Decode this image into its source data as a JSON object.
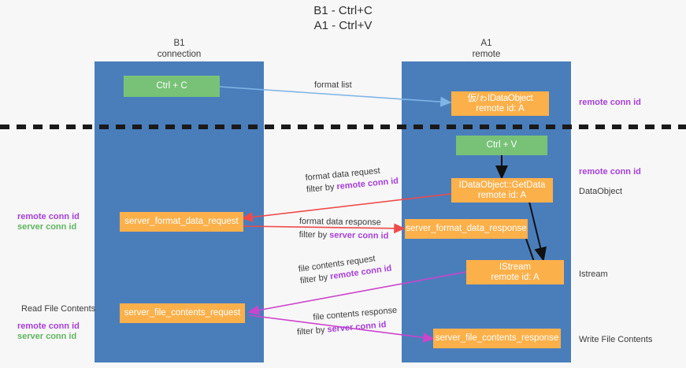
{
  "title": {
    "line1": "B1 - Ctrl+C",
    "line2": "A1 - Ctrl+V"
  },
  "columns": [
    {
      "id": "b1",
      "name": "B1",
      "role": "connection",
      "color": "#4a7ebb"
    },
    {
      "id": "a1",
      "name": "A1",
      "role": "remote",
      "color": "#4a7ebb"
    }
  ],
  "divider": {
    "style": "dashed",
    "color": "#1a1a1a"
  },
  "nodes": {
    "ctrl_c": {
      "label": "Ctrl + C",
      "color": "#77c277"
    },
    "ctrl_v": {
      "label": "Ctrl + V",
      "color": "#77c277"
    },
    "idataobject": {
      "label": "仮/ゎIDataObject",
      "sub": "remote id: A",
      "color": "#fcb04a"
    },
    "getdata": {
      "label": "IDataObject::GetData",
      "sub": "remote id: A",
      "color": "#fcb04a"
    },
    "server_format_data_request": {
      "label": "server_format_data_request",
      "color": "#fcb04a"
    },
    "server_format_data_response": {
      "label": "server_format_data_response",
      "color": "#fcb04a"
    },
    "istream": {
      "label": "IStream",
      "sub": "remote id: A",
      "color": "#fcb04a"
    },
    "server_file_contents_request": {
      "label": "server_file_contents_request",
      "color": "#fcb04a"
    },
    "server_file_contents_response": {
      "label": "server_file_contents_response",
      "color": "#fcb04a"
    }
  },
  "edge_labels": {
    "format_list": "format list",
    "format_data_request": "format data request",
    "format_data_response": "format data response",
    "file_contents_request": "file contents request",
    "file_contents_response": "file contents response",
    "filter_by": "filter by ",
    "remote_conn_id": "remote conn id",
    "server_conn_id": "server conn id"
  },
  "side_labels": {
    "right_remote_conn_id_top": "remote conn id",
    "right_remote_conn_id_mid": "remote conn id",
    "dataobject": "DataObject",
    "istream": "Istream",
    "write_file_contents": "Write File Contents",
    "left_remote_conn_id": "remote conn id",
    "left_server_conn_id": "server conn id",
    "read_file_contents": "Read File Contents",
    "left_remote_conn_id_2": "remote conn id",
    "left_server_conn_id_2": "server conn id"
  },
  "colors": {
    "column": "#4a7ebb",
    "green_node": "#77c277",
    "orange_node": "#fcb04a",
    "purple": "#a63fd9",
    "green_text": "#5fb55f",
    "arrow_blue": "#7fb5e6",
    "arrow_red": "#ef4a4a",
    "arrow_magenta": "#cc44cc",
    "arrow_black": "#111111",
    "background": "#f7f7f7"
  }
}
